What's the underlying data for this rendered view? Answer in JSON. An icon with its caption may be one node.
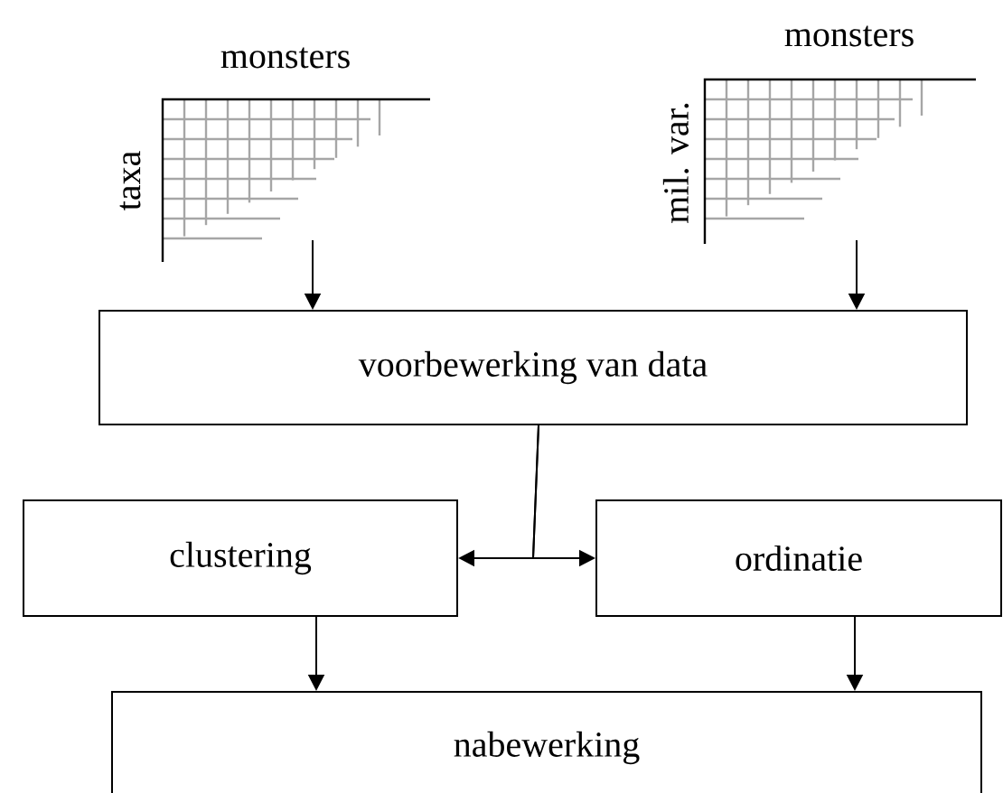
{
  "diagram": {
    "nodes": [
      {
        "text": [
          "monsters",
          "taxa"
        ]
      },
      {
        "text": [
          "monsters",
          "mil. var."
        ]
      },
      {
        "text": [
          "voorbewerking van data"
        ]
      },
      {
        "text": [
          "clustering"
        ]
      },
      {
        "text": [
          "ordinatie"
        ]
      },
      {
        "text": [
          "nabewerking"
        ]
      }
    ],
    "edges": [
      {
        "from": 0,
        "to": 2,
        "arrow": "to"
      },
      {
        "from": 1,
        "to": 2,
        "arrow": "to"
      },
      {
        "from": 2,
        "to": 3,
        "arrow": "to"
      },
      {
        "from": 2,
        "to": 4,
        "arrow": "to"
      },
      {
        "from": 3,
        "to": 5,
        "arrow": "to"
      },
      {
        "from": 4,
        "to": 5,
        "arrow": "to"
      }
    ]
  }
}
